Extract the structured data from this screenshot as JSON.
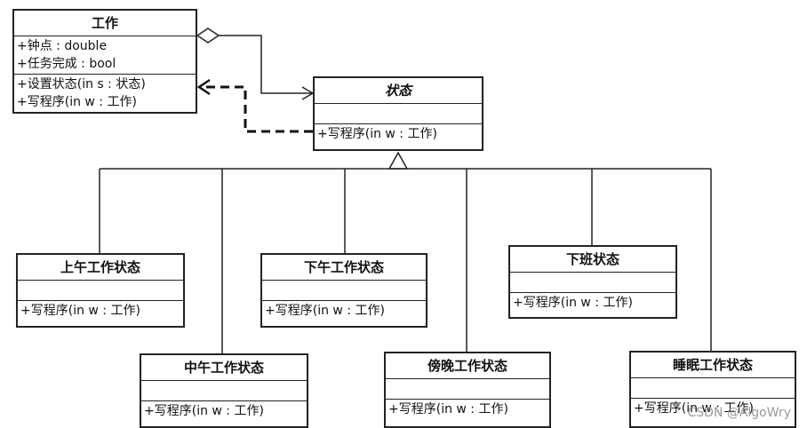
{
  "classes": {
    "work": {
      "name": "工作",
      "attributes": [
        "+钟点 : double",
        "+任务完成 : bool"
      ],
      "methods": [
        "+设置状态(in s : 状态)",
        "+写程序(in w : 工作)"
      ]
    },
    "state": {
      "name": "状态",
      "methods": [
        "+写程序(in w : 工作)"
      ]
    },
    "forenoon": {
      "name": "上午工作状态",
      "methods": [
        "+写程序(in w : 工作)"
      ]
    },
    "afternoon": {
      "name": "下午工作状态",
      "methods": [
        "+写程序(in w : 工作)"
      ]
    },
    "rest": {
      "name": "下班状态",
      "methods": [
        "+写程序(in w : 工作)"
      ]
    },
    "noon": {
      "name": "中午工作状态",
      "methods": [
        "+写程序(in w : 工作)"
      ]
    },
    "evening": {
      "name": "傍晚工作状态",
      "methods": [
        "+写程序(in w : 工作)"
      ]
    },
    "sleeping": {
      "name": "睡眠工作状态",
      "methods": [
        "+写程序(in w : 工作)"
      ]
    }
  },
  "watermark": "CSDN @AlgoWry"
}
